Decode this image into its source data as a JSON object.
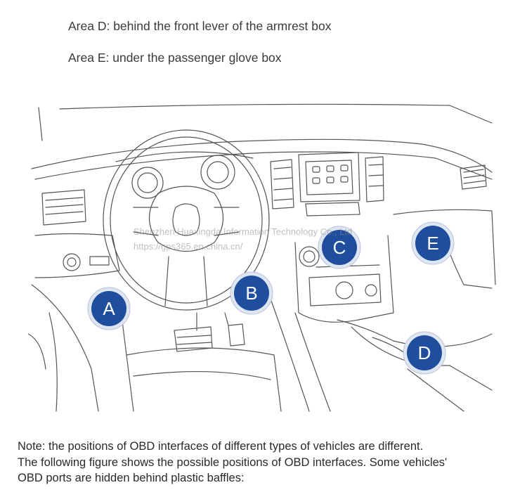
{
  "areas": {
    "d": "Area D: behind the front lever of the armrest box",
    "e": "Area E: under the passenger glove box"
  },
  "watermark": {
    "company": "Shenzhen Huaxingda Information Technology Co., Ltd",
    "url": "https://gps365.en.china.cn/"
  },
  "markers": [
    {
      "id": "A",
      "label": "A"
    },
    {
      "id": "B",
      "label": "B"
    },
    {
      "id": "C",
      "label": "C"
    },
    {
      "id": "D",
      "label": "D"
    },
    {
      "id": "E",
      "label": "E"
    }
  ],
  "note": {
    "line1": "Note: the positions of OBD interfaces of different types of vehicles are different.",
    "line2": "The following figure shows the possible positions of OBD interfaces. Some vehicles'",
    "line3": "OBD ports are hidden behind plastic baffles:"
  },
  "colors": {
    "marker": "#1f4e9e",
    "line_art": "#555555"
  }
}
